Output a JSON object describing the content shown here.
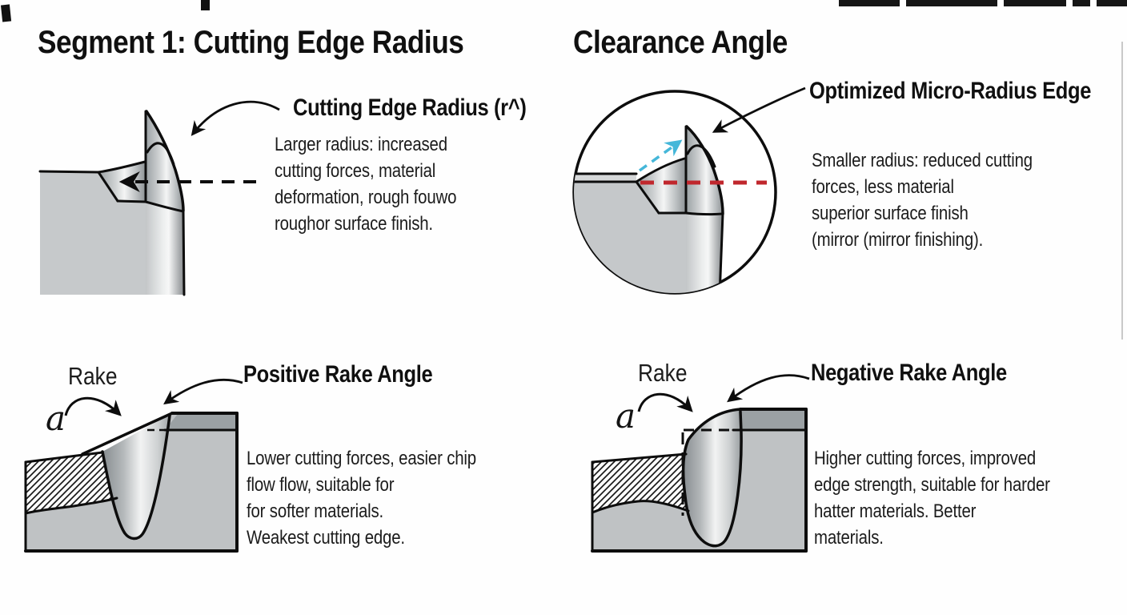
{
  "sections": {
    "top_left": {
      "title": "Segment 1: Cutting Edge Radius",
      "callout_heading": "Cutting Edge Radius (r^)",
      "body": "Larger radius: increased\ncutting forces, material\ndeformation, rough fouwo\nroughor surface finish."
    },
    "top_right": {
      "title": "Clearance Angle",
      "callout_heading": "Optimized Micro-Radius Edge",
      "body": "Smaller radius: reduced cutting\nforces, less material\nsuperior surface finish\n(mirror (mirror finishing)."
    },
    "bottom_left": {
      "callout_heading": "Positive Rake Angle",
      "rake_label": "Rake",
      "angle_symbol": "a",
      "body": "Lower cutting forces, easier chip\nflow flow, suitable for\nfor softer materials.\nWeakest cutting edge."
    },
    "bottom_right": {
      "callout_heading": "Negative Rake Angle",
      "rake_label": "Rake",
      "angle_symbol": "a",
      "body": "Higher cutting forces, improved\nedge strength, suitable for harder\nhatter materials. Better\nmaterials."
    }
  },
  "colors": {
    "outline": "#0d0d0d",
    "red_dashed_line": "#c0272d",
    "cyan_dashed_arrow": "#45b7d9",
    "metal_light": "#f4f5f5",
    "metal_mid": "#c6c9cb",
    "metal_dark": "#8d9295",
    "plateau_band_gray": "#9ba1a4",
    "background": "#fefefe"
  }
}
